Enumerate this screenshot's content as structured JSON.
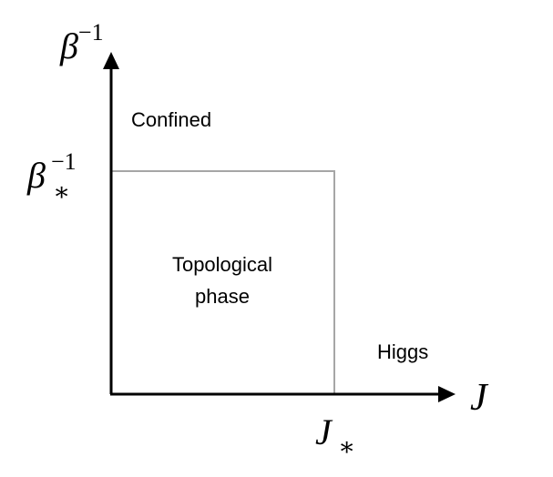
{
  "axes": {
    "y_label": "β",
    "y_label_exponent": "−1",
    "x_label": "J"
  },
  "ticks": {
    "y_critical_base": "β",
    "y_critical_subscript": "∗",
    "y_critical_exponent": "−1",
    "x_critical_base": "J",
    "x_critical_subscript": "∗"
  },
  "regions": {
    "confined": "Confined",
    "topological_line1": "Topological",
    "topological_line2": "phase",
    "higgs": "Higgs"
  },
  "colors": {
    "axis": "#000000",
    "boundary": "#a6a6a6",
    "text": "#000000"
  }
}
